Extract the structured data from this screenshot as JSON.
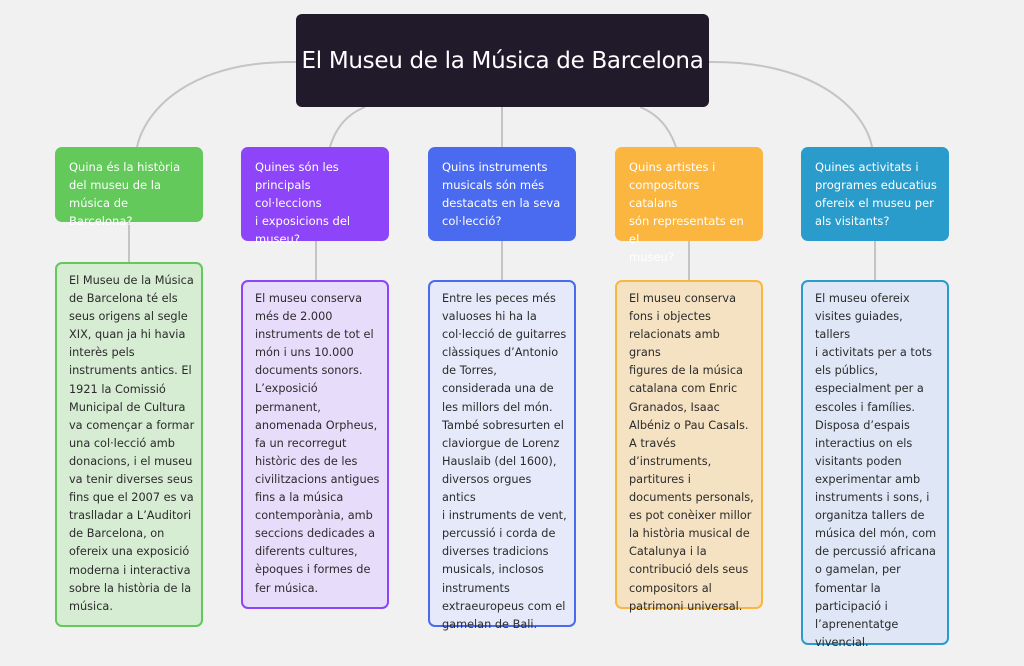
{
  "title": "El Museu de la Música de Barcelona",
  "branches": [
    {
      "question": "Quina és la història\ndel museu de la\nmúsica de Barcelona?",
      "answer": "El Museu de la Música\nde Barcelona té els\nseus origens al segle\nXIX, quan ja hi havia\ninterès pels\ninstruments antics. El\n1921 la Comissió\nMunicipal de Cultura\nva començar a formar\nuna col·lecció amb\ndonacions, i el museu\nva tenir diverses seus\nfins que el 2007 es va\ntraslladar a L’Auditori\nde Barcelona, on\nofereix una exposició\nmoderna i interactiva\nsobre la història de la\nmúsica.",
      "color": "#62c95a",
      "bg": "#d6ecd3"
    },
    {
      "question": "Quines són les\nprincipals col·leccions\ni exposicions del\nmuseu?",
      "answer": "El museu conserva\nmés de 2.000\ninstruments de tot el\nmón i uns 10.000\ndocuments sonors.\nL’exposició\npermanent,\nanomenada Orpheus,\nfa un recorregut\nhistòric des de les\ncivilitzacions antigues\nfins a la música\ncontemporània, amb\nseccions dedicades a\ndiferents cultures,\nèpoques i formes de\nfer música.",
      "color": "#8e44f8",
      "bg": "#e8dcfb"
    },
    {
      "question": "Quins instruments\nmusicals són més\ndestacats en la seva\ncol·lecció?",
      "answer": "Entre les peces més\nvaluoses hi ha la\ncol·lecció de guitarres\nclàssiques d’Antonio\nde Torres,\nconsiderada una de\nles millors del món.\nTambé sobresurten el\nclaviorgue de Lorenz\nHauslaib (del 1600),\ndiversos orgues antics\ni instruments de vent,\npercussió i corda de\ndiverses tradicions\nmusicals, inclosos\ninstruments\nextraeuropeus com el\ngamelan de Bali.",
      "color": "#4a6af0",
      "bg": "#e6e9fa"
    },
    {
      "question": "Quins artistes i\ncompositors catalans\nsón representats en el\nmuseu?",
      "answer": "El museu conserva\nfons i objectes\nrelacionats amb grans\nfigures de la música\ncatalana com Enric\nGranados, Isaac\nAlbéniz o Pau Casals.\nA través\nd’instruments,\npartitures i\ndocuments personals,\nes pot conèixer millor\nla història musical de\nCatalunya i la\ncontribució dels seus\ncompositors al\npatrimoni universal.",
      "color": "#fbb63f",
      "bg": "#f5e2c2"
    },
    {
      "question": "Quines activitats i\nprogrames educatius\nofereix el museu per\nals visitants?",
      "answer": "El museu ofereix\nvisites guiades, tallers\ni activitats per a tots\nels públics,\nespecialment per a\nescoles i famílies.\nDisposa d’espais\ninteractius on els\nvisitants poden\nexperimentar amb\ninstruments i sons, i\norganitza tallers de\nmúsica del món, com\nde percussió africana\no gamelan, per\nfomentar la\nparticipació i\nl’aprenentatge\nvivencial.",
      "color": "#2a9ccc",
      "bg": "#dfe7f7"
    }
  ]
}
